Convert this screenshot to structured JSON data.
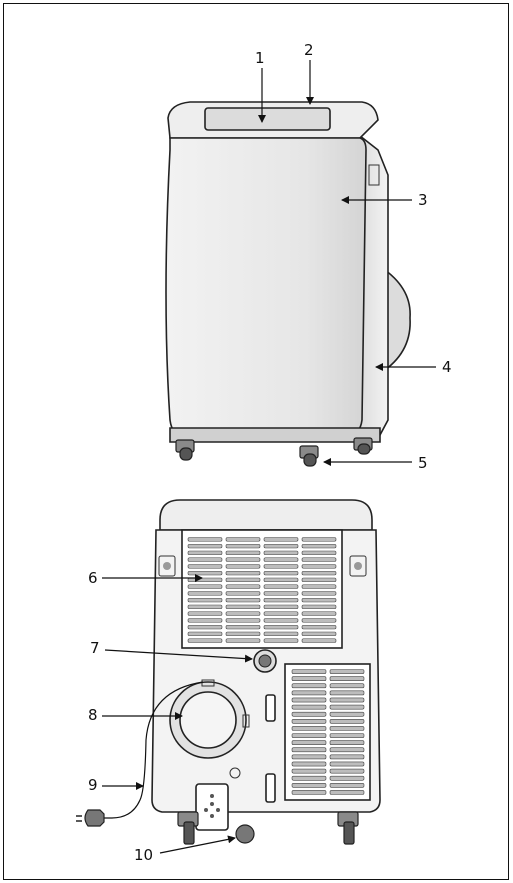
{
  "callouts": [
    {
      "id": "1",
      "label": "1"
    },
    {
      "id": "2",
      "label": "2"
    },
    {
      "id": "3",
      "label": "3"
    },
    {
      "id": "4",
      "label": "4"
    },
    {
      "id": "5",
      "label": "5"
    },
    {
      "id": "6",
      "label": "6"
    },
    {
      "id": "7",
      "label": "7"
    },
    {
      "id": "8",
      "label": "8"
    },
    {
      "id": "9",
      "label": "9"
    },
    {
      "id": "10",
      "label": "10"
    }
  ],
  "colors": {
    "line": "#111111",
    "body_fill": "#e9e9e9",
    "panel_fill": "#f4f4f4",
    "grille_fill": "#bdbdbd",
    "dark_part": "#6b6b6b"
  }
}
